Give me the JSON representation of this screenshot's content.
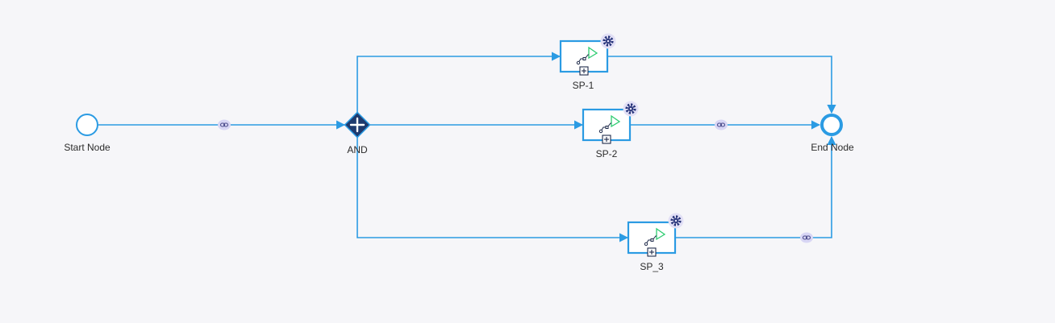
{
  "diagram": {
    "nodes": {
      "start": {
        "label": "Start Node",
        "type": "start-event"
      },
      "gateway": {
        "label": "AND",
        "type": "parallel-gateway"
      },
      "sp1": {
        "label": "SP-1",
        "type": "subprocess"
      },
      "sp2": {
        "label": "SP-2",
        "type": "subprocess"
      },
      "sp3": {
        "label": "SP_3",
        "type": "subprocess"
      },
      "end": {
        "label": "End Node",
        "type": "end-event"
      }
    },
    "edges": [
      {
        "from": "start",
        "to": "gateway",
        "has_link_badge": true
      },
      {
        "from": "gateway",
        "to": "sp1",
        "has_link_badge": false
      },
      {
        "from": "gateway",
        "to": "sp2",
        "has_link_badge": false
      },
      {
        "from": "gateway",
        "to": "sp3",
        "has_link_badge": false
      },
      {
        "from": "sp1",
        "to": "end",
        "has_link_badge": false
      },
      {
        "from": "sp2",
        "to": "end",
        "has_link_badge": true
      },
      {
        "from": "sp3",
        "to": "end",
        "has_link_badge": true
      }
    ],
    "icons": {
      "subprocess_settings": "gear-icon",
      "subprocess_flag": "flag-icon",
      "subprocess_marker": "plus-box-icon",
      "link_badge": "link-icon",
      "gateway_marker": "plus-icon"
    },
    "colors": {
      "background": "#f6f6f9",
      "connector": "#2b9be3",
      "gateway_fill": "#1e3a6e",
      "gear_fill": "#27347a",
      "flag_stroke": "#2ecc71",
      "badge_fill": "#d8d6f5",
      "badge_icon": "#4a4a8a"
    }
  }
}
